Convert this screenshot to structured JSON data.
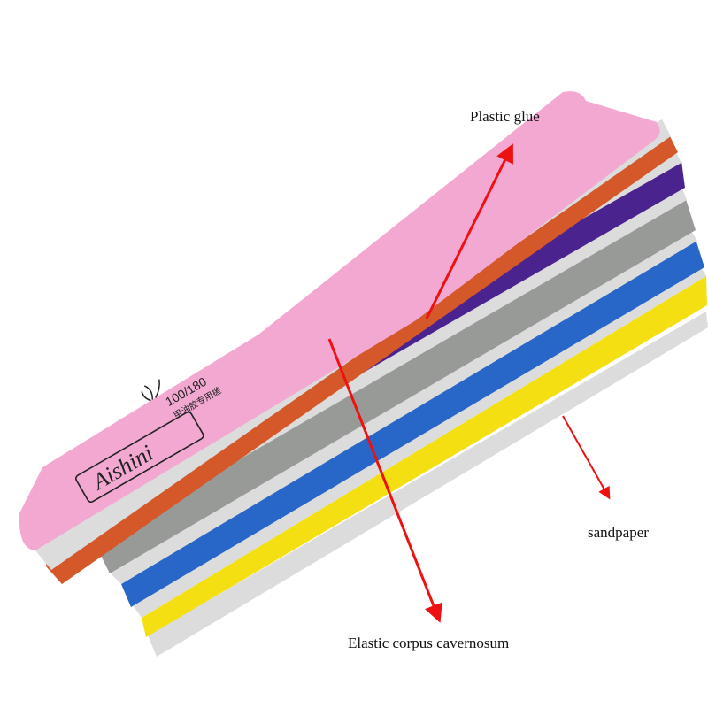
{
  "product": {
    "brand": "Aishini",
    "grit": "100/180",
    "subtitle": "甲油胶专用搓"
  },
  "annotations": {
    "top": "Plastic glue",
    "right": "sandpaper",
    "bottom": "Elastic corpus cavernosum"
  },
  "colors": {
    "pink": "#f3a8d2",
    "orange": "#d4582a",
    "purple": "#4b238f",
    "gray": "#989a97",
    "blue": "#2866c8",
    "yellow": "#f4e012",
    "foam": "#dcdcdc",
    "arrow": "#ee1111"
  },
  "layers": [
    {
      "name": "pink",
      "color": "#f3a8d2"
    },
    {
      "name": "orange",
      "color": "#d4582a"
    },
    {
      "name": "purple",
      "color": "#4b238f"
    },
    {
      "name": "gray",
      "color": "#989a97"
    },
    {
      "name": "blue",
      "color": "#2866c8"
    },
    {
      "name": "yellow",
      "color": "#f4e012"
    }
  ]
}
